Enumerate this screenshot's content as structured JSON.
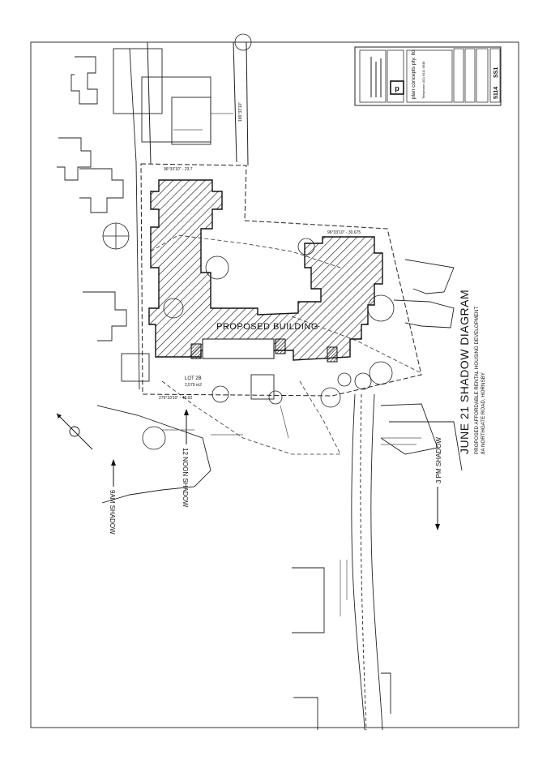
{
  "drawing": {
    "title": "JUNE 21 SHADOW DIAGRAM",
    "subtitle_line1": "PROPOSED AFFORDABLE RENTAL HOUSING DEVELOPMENT",
    "subtitle_line2": "8A NORTHGATE ROAD, HORNSBY",
    "building_label": "PROPOSED BUILDING",
    "lot_label": "LOT 2B",
    "lot_area": "2,579 m2",
    "shadow_9am": "9AM SHADOW",
    "shadow_12noon": "12 NOON SHADOW",
    "shadow_3pm": "3 PM SHADOW",
    "bearing_1": "96°33'10\" - 30.675",
    "bearing_2": "276°33'10\" - 48.02",
    "bearing_3": "186°33'10\"",
    "bearing_4": "96°33'10\" - 23.7",
    "firm_name": "plan concepts pty. ltd",
    "firm_phone": "Telephone (02) 9411 6848",
    "drawing_number": "5114",
    "sheet_number": "SS1"
  },
  "colors": {
    "line": "#1a1a1a",
    "hatch": "#222222",
    "paper": "#ffffff"
  }
}
